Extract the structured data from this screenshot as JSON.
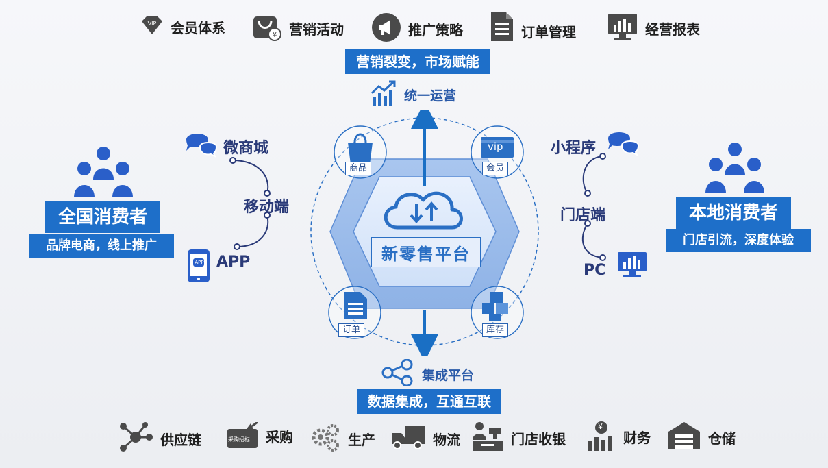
{
  "top_bar": [
    {
      "label": "会员体系",
      "icon": "vip-diamond-icon"
    },
    {
      "label": "营销活动",
      "icon": "shopping-bag-icon"
    },
    {
      "label": "推广策略",
      "icon": "megaphone-icon"
    },
    {
      "label": "订单管理",
      "icon": "document-icon"
    },
    {
      "label": "经营报表",
      "icon": "monitor-chart-icon"
    }
  ],
  "center": {
    "top_banner": "营销裂变，市场赋能",
    "top_node": "统一运营",
    "platform": "新零售平台",
    "corners": {
      "goods": "商品",
      "member": "会员",
      "order": "订单",
      "inventory": "库存"
    },
    "vip_text": "vip",
    "bottom_node": "集成平台",
    "bottom_banner": "数据集成，互通互联"
  },
  "left": {
    "title": "全国消费者",
    "subtitle": "品牌电商，线上推广",
    "nodes": [
      "微商城",
      "移动端",
      "APP"
    ],
    "app_badge": "APP"
  },
  "right": {
    "title": "本地消费者",
    "subtitle": "门店引流，深度体验",
    "nodes": [
      "小程序",
      "门店端",
      "PC"
    ]
  },
  "bottom_bar": [
    {
      "label": "供应链",
      "icon": "network-nodes-icon"
    },
    {
      "label": "采购",
      "icon": "purchase-tag-icon",
      "badge": "采购招标"
    },
    {
      "label": "生产",
      "icon": "gears-icon"
    },
    {
      "label": "物流",
      "icon": "truck-icon"
    },
    {
      "label": "门店收银",
      "icon": "cashier-icon"
    },
    {
      "label": "财务",
      "icon": "finance-chart-icon",
      "badge": "¥"
    },
    {
      "label": "仓储",
      "icon": "warehouse-icon"
    }
  ],
  "colors": {
    "accent_blue": "#1e6fc9",
    "navy": "#2a3a78",
    "icon_gray": "#4a4a4a"
  }
}
